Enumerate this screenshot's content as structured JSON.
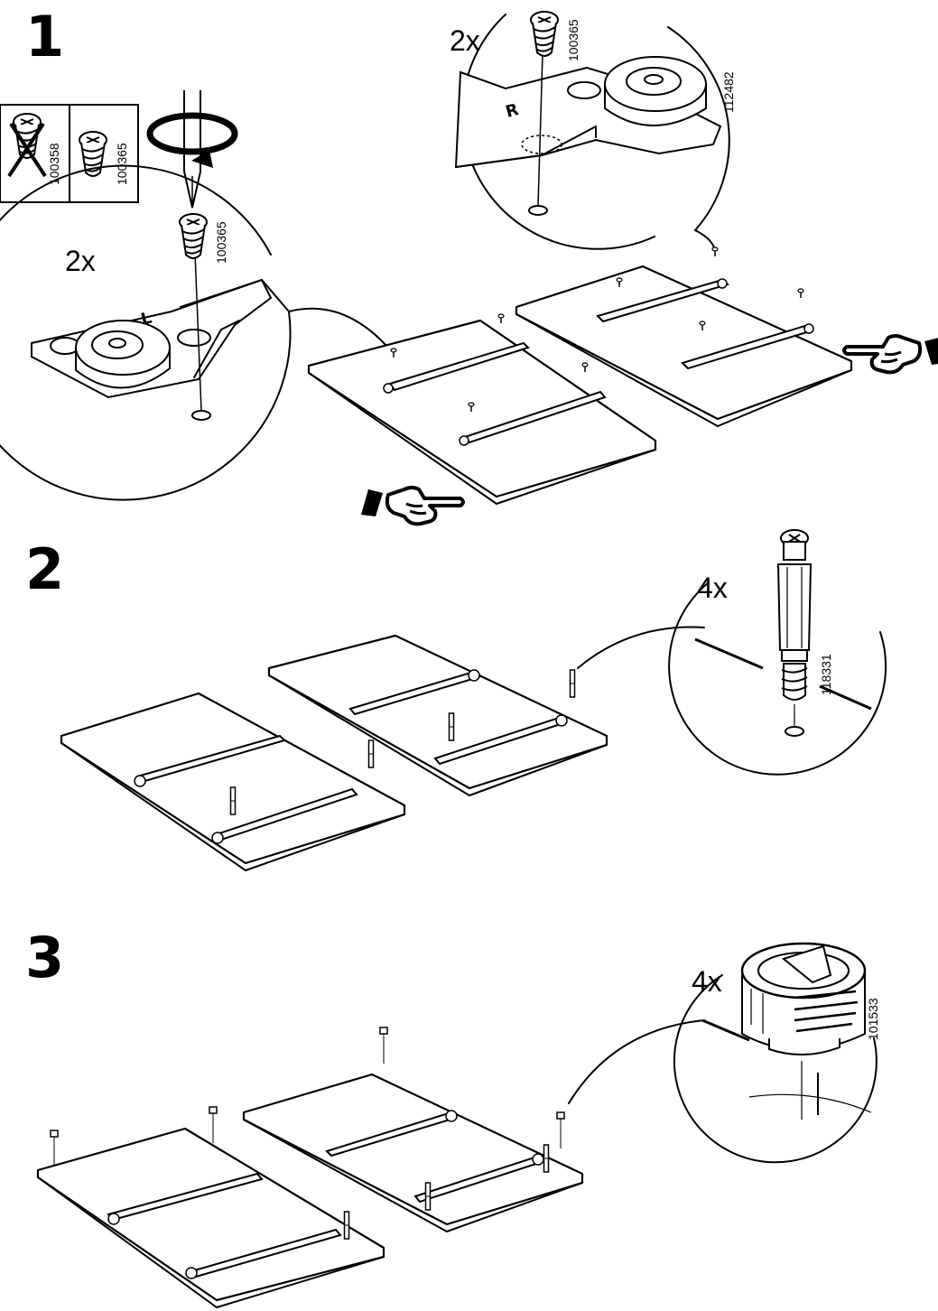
{
  "steps": [
    {
      "number": "1",
      "inset_left": {
        "qty": "2x",
        "part": "100365",
        "side_letter": "L"
      },
      "inset_right": {
        "qty": "2x",
        "part": "100365",
        "wheel_part": "112482",
        "side_letter": "R"
      },
      "legend": {
        "wrong_part": "100358",
        "right_part": "100365"
      }
    },
    {
      "number": "2",
      "inset": {
        "qty": "4x",
        "part": "118331"
      }
    },
    {
      "number": "3",
      "inset": {
        "qty": "4x",
        "part": "101533"
      }
    }
  ],
  "icons": [
    "screw-icon",
    "crossed-screw-icon",
    "screwdriver-icon",
    "rotate-arrow-icon",
    "pointing-hand-icon",
    "dowel-icon",
    "cam-lock-icon",
    "caster-wheel-icon"
  ]
}
